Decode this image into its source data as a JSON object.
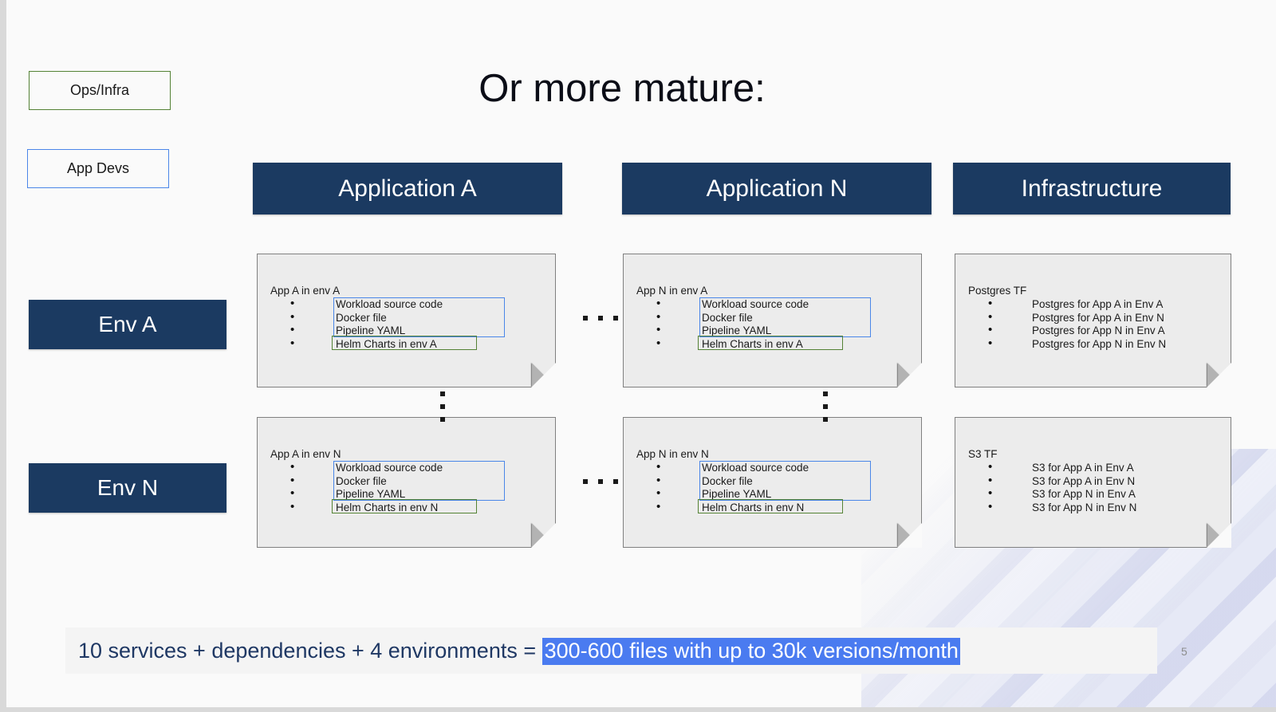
{
  "slide": {
    "title": "Or more mature:",
    "page_number": "5",
    "accent_navy": "#1b3a61",
    "accent_green": "#548235",
    "accent_blue": "#4a86e8",
    "highlight_blue": "#4a7bf0",
    "caption_text_color": "#1f3864"
  },
  "legend": {
    "ops": "Ops/Infra",
    "devs": "App Devs"
  },
  "env_labels": {
    "env_a": "Env A",
    "env_n": "Env N"
  },
  "columns": [
    {
      "header": "Application A"
    },
    {
      "header": "Application N"
    },
    {
      "header": "Infrastructure"
    }
  ],
  "cards": {
    "app_a_env_a": {
      "title": "App A in env A",
      "items": [
        "Workload source code",
        "Docker file",
        "Pipeline YAML",
        "Helm Charts in env A"
      ]
    },
    "app_n_env_a": {
      "title": "App N in env A",
      "items": [
        "Workload source code",
        "Docker file",
        "Pipeline YAML",
        "Helm Charts in env A"
      ]
    },
    "infra_env_a": {
      "title": "Postgres TF",
      "items": [
        "Postgres for App A in Env A",
        "Postgres for App A in Env N",
        "Postgres for App N in Env A",
        "Postgres for App N in Env N"
      ]
    },
    "app_a_env_n": {
      "title": "App A in env N",
      "items": [
        "Workload source code",
        "Docker file",
        "Pipeline YAML",
        "Helm Charts in env N"
      ]
    },
    "app_n_env_n": {
      "title": "App N in env N",
      "items": [
        "Workload source code",
        "Docker file",
        "Pipeline YAML",
        "Helm Charts in env N"
      ]
    },
    "infra_env_n": {
      "title": "S3 TF",
      "items": [
        "S3 for App A in Env A",
        "S3 for App A in Env N",
        "S3 for App N in Env A",
        "S3 for App N in Env N"
      ]
    }
  },
  "caption": {
    "prefix": "10 services + dependencies + 4 environments = ",
    "highlight": "300-600 files with up to 30k versions/month"
  }
}
